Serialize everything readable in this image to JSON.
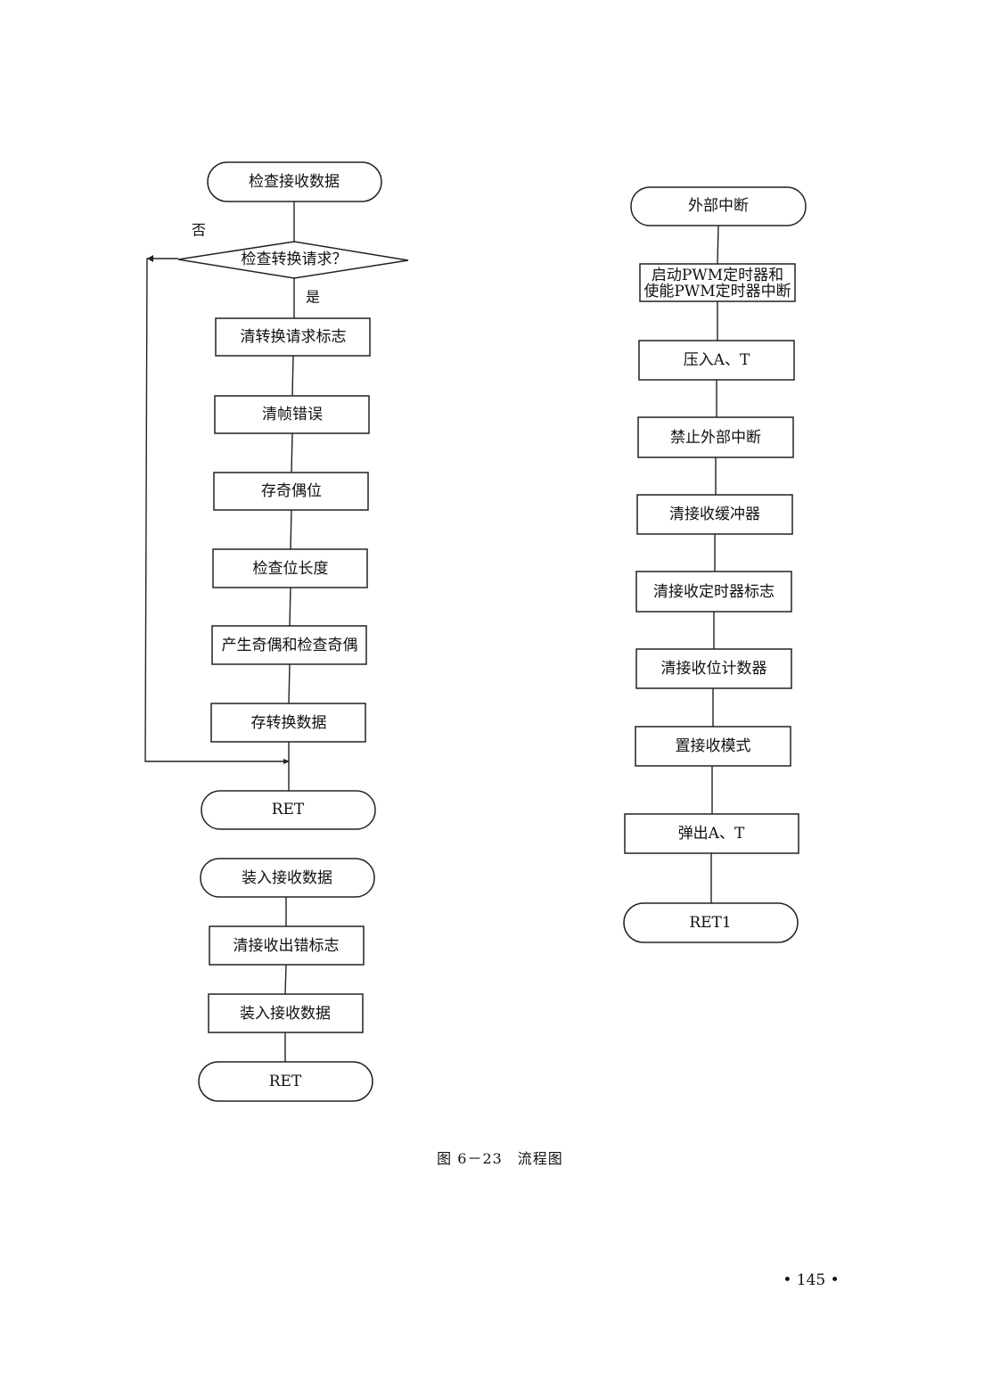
{
  "chart1": {
    "start": "检查接收数据",
    "decision": "检查转换请求？",
    "no_label": "否",
    "yes_label": "是",
    "steps": [
      "清转换请求标志",
      "清帧错误",
      "存奇偶位",
      "检查位长度",
      "产生奇偶和检查奇偶",
      "存转换数据"
    ],
    "end": "RET"
  },
  "chart2": {
    "start": "装入接收数据",
    "steps": [
      "清接收出错标志",
      "装入接收数据"
    ],
    "end": "RET"
  },
  "chart3": {
    "start": "外部中断",
    "step_first_lines": [
      "启动PWM定时器和",
      "使能PWM定时器中断"
    ],
    "steps": [
      "压入A、T",
      "禁止外部中断",
      "清接收缓冲器",
      "清接收定时器标志",
      "清接收位计数器",
      "置接收模式",
      "弹出A、T"
    ],
    "end": "RET1"
  },
  "caption": "图 6－23　流程图",
  "page_number": "• 145 •"
}
